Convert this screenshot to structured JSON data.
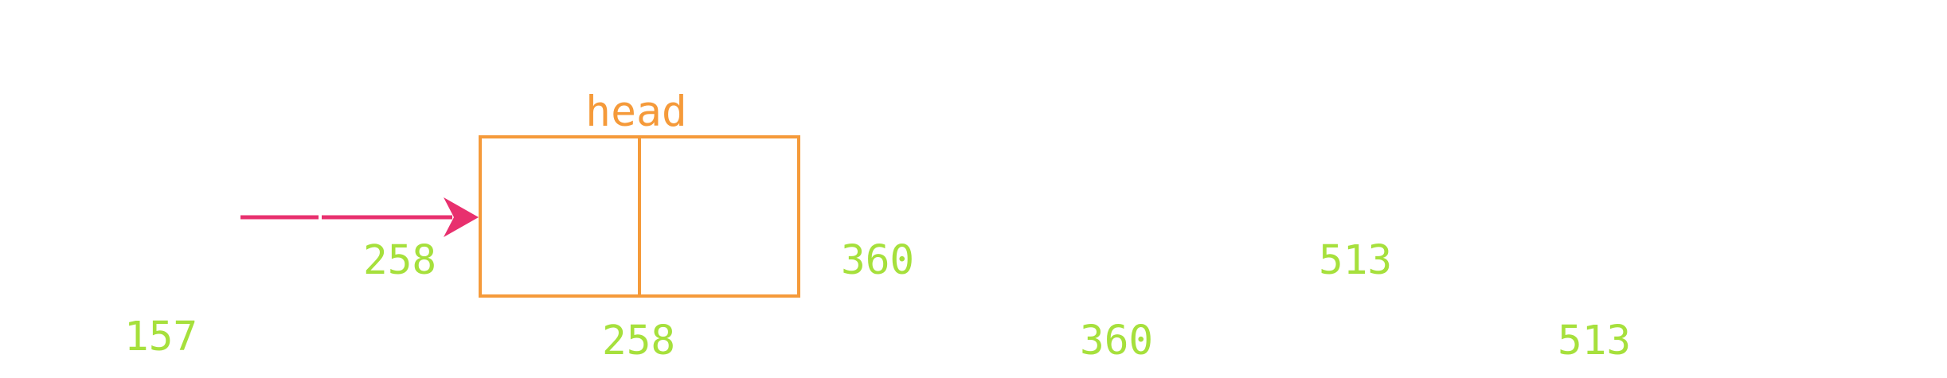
{
  "colors": {
    "node_border": "#F59A3A",
    "head_label": "#F59A3A",
    "arrow": "#E8306E",
    "address_label": "#A6E03C",
    "background": "#FFFFFF"
  },
  "head_label": "head",
  "upper_labels": [
    "258",
    "360",
    "513"
  ],
  "lower_labels": [
    "157",
    "258",
    "360",
    "513"
  ],
  "icons": {
    "pointer": "arrow-right-icon"
  }
}
